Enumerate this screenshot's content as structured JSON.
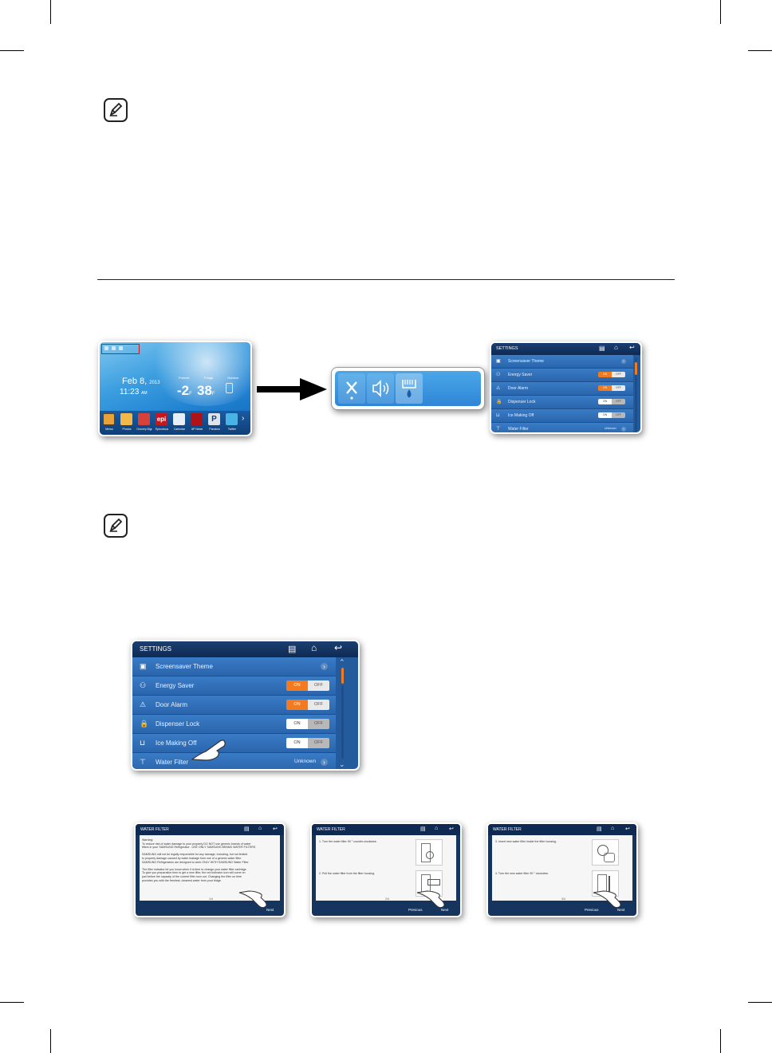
{
  "home_screen": {
    "date": "Feb 8,",
    "year": "2013",
    "time": "11:23",
    "ampm": "AM",
    "freezer_label": "Freezer",
    "fridge_label": "Fridge",
    "outdoor_label": "Outdoor",
    "freezer_temp": "-2",
    "fridge_temp": "38",
    "temp_unit": "F",
    "apps": [
      "Memo",
      "Photos",
      "Grocery Mgr",
      "Epicurious",
      "Calendar",
      "AP News",
      "Pandora",
      "Twitter"
    ],
    "epi_text": "epi",
    "pandora_text": "P"
  },
  "settings": {
    "title": "SETTINGS",
    "rows": [
      {
        "label": "Screensaver Theme",
        "type": "chevron"
      },
      {
        "label": "Energy Saver",
        "type": "toggle",
        "state": "on"
      },
      {
        "label": "Door Alarm",
        "type": "toggle",
        "state": "on"
      },
      {
        "label": "Dispenser Lock",
        "type": "toggle",
        "state": "off"
      },
      {
        "label": "Ice Making Off",
        "type": "toggle",
        "state": "off"
      },
      {
        "label": "Water Filter",
        "type": "value",
        "value": "Unknown"
      }
    ],
    "on_label": "ON",
    "off_label": "OFF"
  },
  "water_filter": {
    "title": "WATER FILTER",
    "next_label": "Next",
    "previous_label": "Previous",
    "screens": [
      {
        "page": "1/4",
        "lines": [
          "Warning:",
          "To reduce risk of water damage to your property DO NOT use generic brands of water",
          "filters in your SAMSUNG Refrigerator . USE ONLY SAMSUNG BRAND WATER FILTERS.",
          "",
          "SAMSUNG will not be legally responsible for any damage, including, but not limited",
          "to property damage caused by water leakage from use of a generic water filter.",
          "SAMSUNG Refrigerators are designed to work ONLY WITH SAMSUNG Water Filter.",
          "",
          "The filter indicator let you know when it is time to change your water filter cartridge.",
          "To give you preparation time to get a new filter, the red indicator icon will come on",
          "just before the capacity of the current filter runs out. Changing the filter on time",
          "provides you with the freshest, cleanest water from your fridge."
        ]
      },
      {
        "page": "2/4",
        "step1": "1. Turn the water filter 90 ° counter-clockwise.",
        "step2": "2. Pull the water filter from the filter housing."
      },
      {
        "page": "3/4",
        "step1": "3. Insert new water filter inside the filter housing.",
        "step2": "4. Turn the new water filter 90 ° clockwise."
      }
    ]
  },
  "colors": {
    "accent_on": "#f47a1f",
    "panel_blue": "#2a65ac",
    "header_navy": "#0f2a52",
    "highlight_red": "#d4141b"
  }
}
